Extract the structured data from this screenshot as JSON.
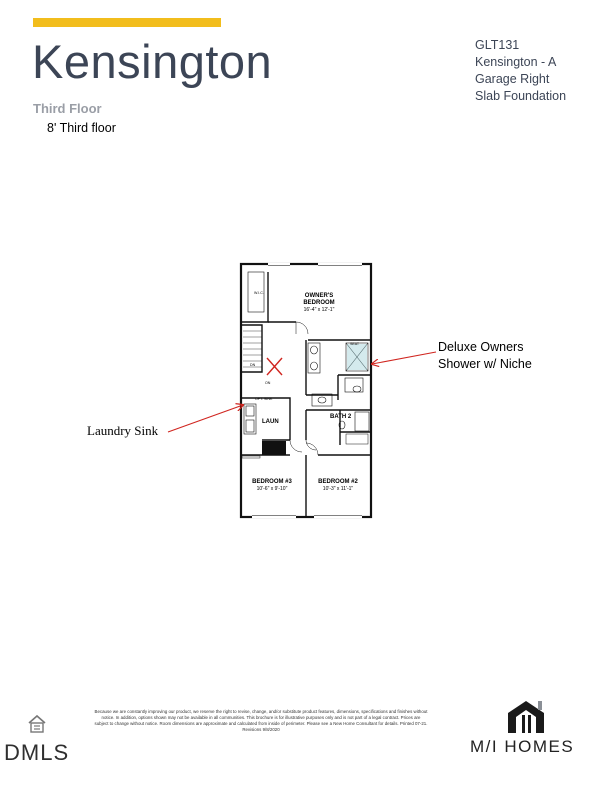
{
  "header": {
    "title": "Kensington",
    "subtitle": "Third Floor",
    "ceiling_note": "8' Third floor"
  },
  "meta": {
    "lines": [
      "GLT131",
      "Kensington - A",
      "Garage Right",
      "Slab Foundation"
    ]
  },
  "plan": {
    "rooms": {
      "owners_bedroom": {
        "name_line1": "OWNER'S",
        "name_line2": "BEDROOM",
        "dims": "16'-4\" x 12'-1\""
      },
      "bedroom3": {
        "name": "BEDROOM #3",
        "dims": "10'-6\" x 9'-10\""
      },
      "bedroom2": {
        "name": "BEDROOM #2",
        "dims": "10'-3\" x 11'-1\""
      },
      "bath2": "BATH 2",
      "laundry": "LAUN",
      "wic": "W.I.C.",
      "seat": "SEAT",
      "on": "ON",
      "opt_sink": "OPT. SINK",
      "dn": "DN"
    }
  },
  "callouts": {
    "owners_line1": "Deluxe Owners",
    "owners_line2": "Shower w/ Niche",
    "laundry": "Laundry Sink"
  },
  "footer": {
    "disclaimer": "Because we are constantly improving our product, we reserve the right to revise, change, and/or substitute product features, dimensions, specifications and finishes without notice. In addition, options shown may not be available in all communities. This brochure is for illustrative purposes only and is not part of a legal contract. Prices are subject to change without notice. Room dimensions are approximate and calculated from inside of perimeter. Please see a New Home Consultant for details. Printed 07-21. Revisions 9/8/2020",
    "mls": "DMLS",
    "brand": "M/I HOMES"
  },
  "colors": {
    "accent": "#f2bd1c",
    "title": "#3c4556",
    "arrow": "#d0251f"
  }
}
